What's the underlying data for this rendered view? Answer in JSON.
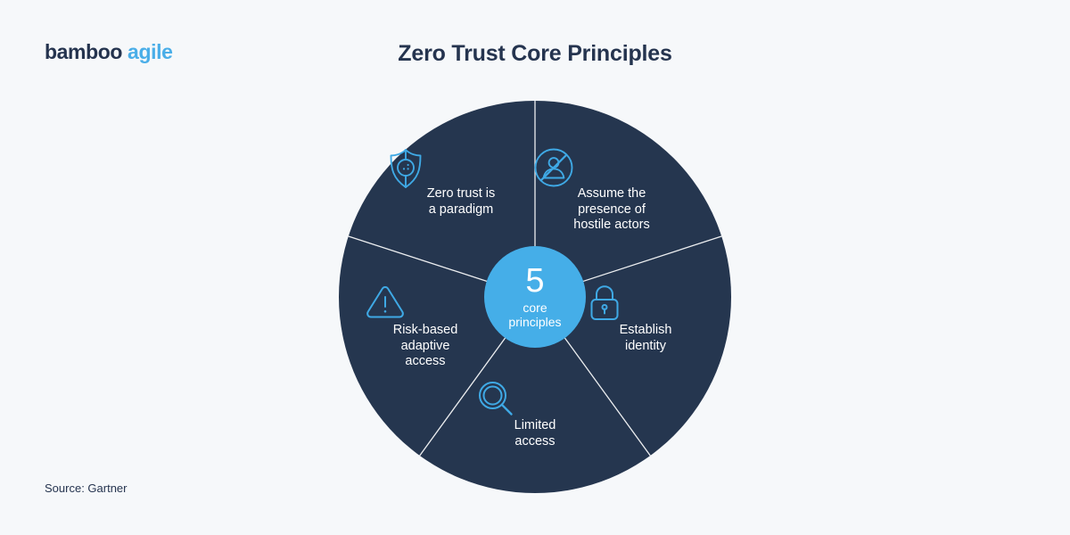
{
  "brand": {
    "name_first": "bamboo",
    "name_second": "agile",
    "color_dark": "#25344f",
    "color_accent": "#4aaee8"
  },
  "header": {
    "title": "Zero Trust Core Principles"
  },
  "footer": {
    "source": "Source: Gartner"
  },
  "wheel": {
    "disc_color": "#25364f",
    "divider_color": "#ffffff",
    "hub": {
      "number": "5",
      "caption": "core\nprinciples",
      "color": "#45aee8"
    },
    "segments": [
      {
        "id": "zero-trust",
        "label": "Zero trust is\na paradigm",
        "icon": "shield-icon"
      },
      {
        "id": "hostile-actors",
        "label": "Assume the\npresence of\nhostile actors",
        "icon": "no-person-icon"
      },
      {
        "id": "establish-identity",
        "label": "Establish\nidentity",
        "icon": "padlock-icon"
      },
      {
        "id": "limited-access",
        "label": "Limited\naccess",
        "icon": "magnifier-icon"
      },
      {
        "id": "risk-based-access",
        "label": "Risk-based\nadaptive\naccess",
        "icon": "warning-triangle-icon"
      }
    ]
  }
}
